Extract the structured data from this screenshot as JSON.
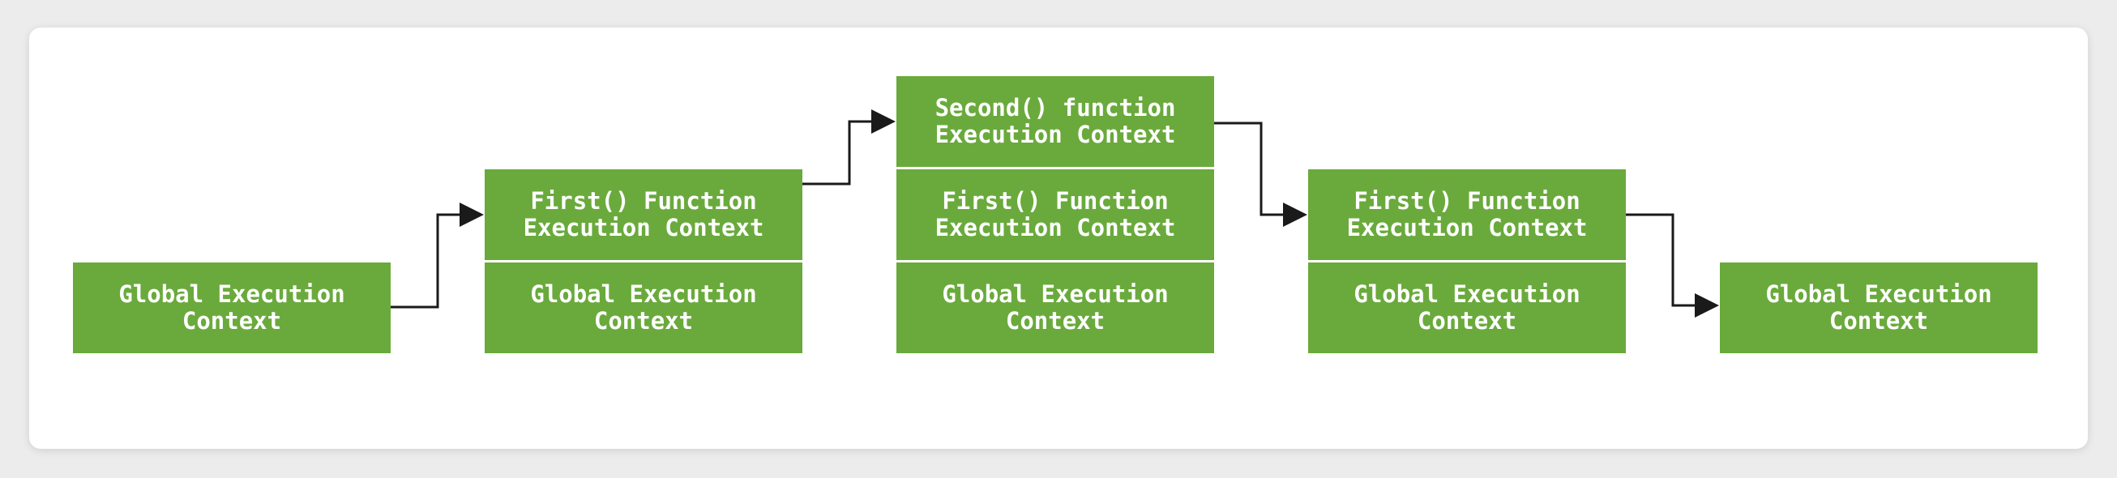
{
  "stages": [
    {
      "frames": [
        "Global Execution\nContext"
      ]
    },
    {
      "frames": [
        "First() Function\nExecution Context",
        "Global Execution\nContext"
      ]
    },
    {
      "frames": [
        "Second() function\nExecution Context",
        "First() Function\nExecution Context",
        "Global Execution\nContext"
      ]
    },
    {
      "frames": [
        "First() Function\nExecution Context",
        "Global Execution\nContext"
      ]
    },
    {
      "frames": [
        "Global Execution\nContext"
      ]
    }
  ],
  "colors": {
    "box_fill": "#6aaa3c",
    "box_text": "#ffffff",
    "arrow": "#1a1a1a",
    "background": "#ececec",
    "card": "#ffffff"
  }
}
